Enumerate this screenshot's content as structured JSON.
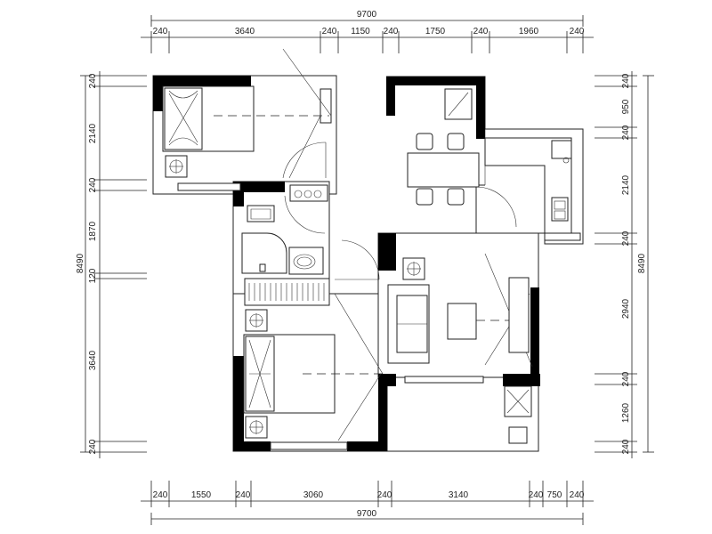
{
  "dimensions": {
    "top_total": "9700",
    "top_segments": [
      "240",
      "3640",
      "240",
      "1150",
      "240",
      "1750",
      "240",
      "1960",
      "240"
    ],
    "bottom_total": "9700",
    "bottom_segments": [
      "240",
      "1550",
      "240",
      "3060",
      "240",
      "3140",
      "240",
      "750",
      "240"
    ],
    "left_total": "8490",
    "left_segments": [
      "240",
      "2140",
      "240",
      "1870",
      "120",
      "3640",
      "240"
    ],
    "right_total": "8490",
    "right_segments": [
      "240",
      "950",
      "240",
      "2140",
      "240",
      "2940",
      "240",
      "1260",
      "240"
    ]
  },
  "icons": {
    "bed": "bed-icon",
    "sofa": "sofa-icon",
    "dining": "dining-table-icon",
    "stove": "stove-icon",
    "sink": "kitchen-sink-icon",
    "toilet": "toilet-icon",
    "basin": "wash-basin-icon",
    "washer": "washing-machine-icon",
    "plant": "plant-icon"
  },
  "colors": {
    "line": "#222222",
    "wall": "#000000",
    "background": "#ffffff"
  }
}
